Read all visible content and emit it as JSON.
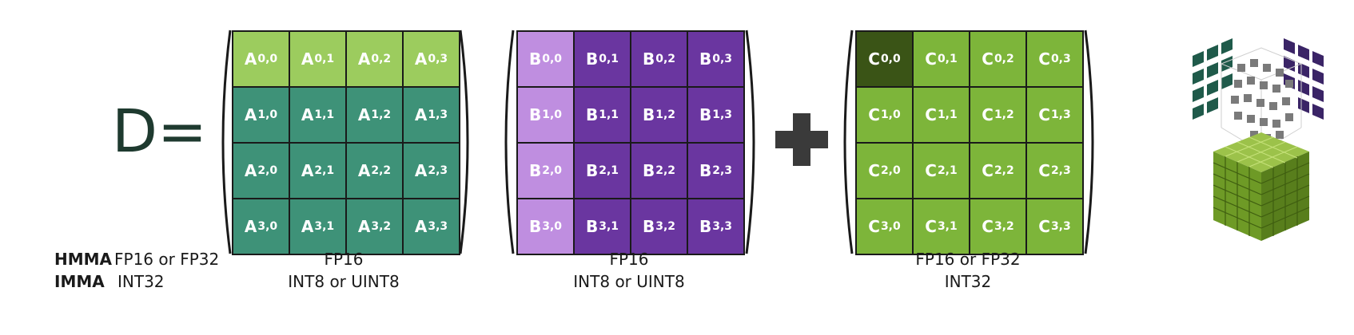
{
  "equation": {
    "lhs": "D="
  },
  "colors": {
    "a_top": "#9ccc5e",
    "a_rest": "#3e9278",
    "b_first_col": "#bf8ee0",
    "b_rest": "#6a36a0",
    "c_first": "#3a5416",
    "c_rest": "#7db53a",
    "plus": "#3a3a3a"
  },
  "matrices": {
    "a": {
      "letter": "A",
      "cells": [
        [
          "0,0",
          "0,1",
          "0,2",
          "0,3"
        ],
        [
          "1,0",
          "1,1",
          "1,2",
          "1,3"
        ],
        [
          "2,0",
          "2,1",
          "2,2",
          "2,3"
        ],
        [
          "3,0",
          "3,1",
          "3,2",
          "3,3"
        ]
      ]
    },
    "b": {
      "letter": "B",
      "cells": [
        [
          "0,0",
          "0,1",
          "0,2",
          "0,3"
        ],
        [
          "1,0",
          "1,1",
          "1,2",
          "1,3"
        ],
        [
          "2,0",
          "2,1",
          "2,2",
          "2,3"
        ],
        [
          "3,0",
          "3,1",
          "3,2",
          "3,3"
        ]
      ]
    },
    "c": {
      "letter": "C",
      "cells": [
        [
          "0,0",
          "0,1",
          "0,2",
          "0,3"
        ],
        [
          "1,0",
          "1,1",
          "1,2",
          "1,3"
        ],
        [
          "2,0",
          "2,1",
          "2,2",
          "2,3"
        ],
        [
          "3,0",
          "3,1",
          "3,2",
          "3,3"
        ]
      ]
    }
  },
  "legend": {
    "hmma": "HMMA",
    "imma": "IMMA",
    "d_hmma": "FP16 or FP32",
    "d_imma": "INT32",
    "a_hmma": "FP16",
    "a_imma": "INT8 or UINT8",
    "b_hmma": "FP16",
    "b_imma": "INT8 or UINT8",
    "c_hmma": "FP16 or FP32",
    "c_imma": "INT32"
  }
}
